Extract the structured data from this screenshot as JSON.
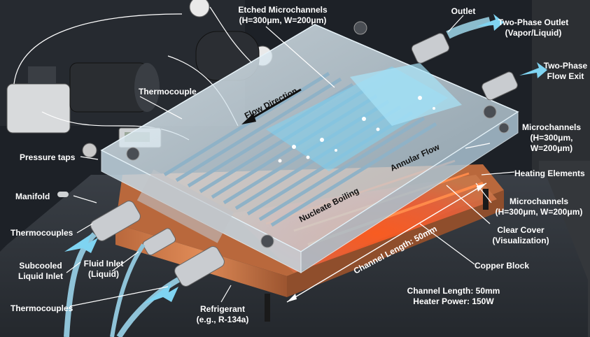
{
  "labels": {
    "etched_microchannels": [
      "Etched Microchannels",
      "(H=300μm, W=200μm)"
    ],
    "outlet": "Outlet",
    "two_phase_outlet": [
      "Two-Phase Outlet",
      "(Vapor/Liquid)"
    ],
    "two_phase_flow_exit": [
      "Two-Phase",
      "Flow Exit"
    ],
    "thermocouple": "Thermocouple",
    "flow_direction": "Flow Direction",
    "microchannels_right": [
      "Microchannels",
      "(H=300μm,",
      "W=200μm)"
    ],
    "pressure_taps": "Pressure taps",
    "annular_flow": "Annular Flow",
    "heating_elements": "Heating Elements",
    "manifold": "Manifold",
    "nucleate_boiling": "Nucleate Boiling",
    "microchannels_lower": [
      "Microchannels",
      "(H=300μm, W=200μm)"
    ],
    "thermocouples_left": "Thermocouples",
    "clear_cover": [
      "Clear Cover",
      "(Visualization)"
    ],
    "fluid_inlet": [
      "Fluid Inlet",
      "(Liquid)"
    ],
    "subcooled_inlet": [
      "Subcooled",
      "Liquid Inlet"
    ],
    "channel_length_diag": "Channel Length: 50mm",
    "copper_block": "Copper Block",
    "thermocouples_bottom": "Thermocouples",
    "refrigerant": [
      "Refrigerant",
      "(e.g., R-134a)"
    ],
    "channel_length_spec": "Channel Length: 50mm",
    "heater_power": "Heater Power: 150W"
  },
  "colors": {
    "background": "#1d2127",
    "copper": "#c8774a",
    "cover": "#cfe3ee",
    "fluid": "#7fd4f2",
    "heater": "#e2452a",
    "annotation_text": "#ffffff",
    "spec_text": "#111111"
  }
}
